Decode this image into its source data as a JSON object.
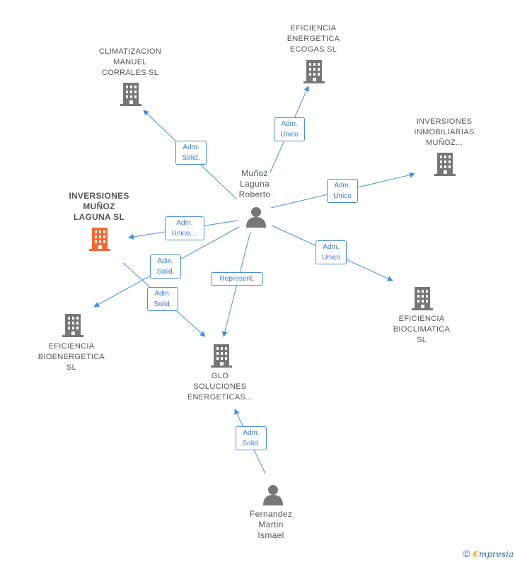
{
  "nodes": {
    "climatizacion": {
      "label": "CLIMATIZACION\nMANUEL\nCORRALES  SL"
    },
    "ecogas": {
      "label": "EFICIENCIA\nENERGETICA\nECOGAS  SL"
    },
    "inv_inmobiliarias": {
      "label": "INVERSIONES\nINMOBILIARIAS\nMUÑOZ..."
    },
    "inv_munoz": {
      "label": "INVERSIONES\nMUÑOZ\nLAGUNA  SL"
    },
    "munoz_person": {
      "label": "Muñoz\nLaguna\nRoberto"
    },
    "bioenergetica": {
      "label": "EFICIENCIA\nBIOENERGETICA\nSL"
    },
    "bioclimatica": {
      "label": "EFICIENCIA\nBIOCLIMATICA\nSL"
    },
    "glo": {
      "label": "GLO\nSOLUCIONES\nENERGETICAS..."
    },
    "fernandez": {
      "label": "Fernandez\nMartin\nIsmael"
    }
  },
  "edges": {
    "to_climatizacion": "Adm.\nSolid.",
    "to_ecogas": "Adm.\nUnico",
    "to_inv_inmob": "Adm.\nUnico",
    "to_inv_munoz": "Adm.\nUnico,...",
    "to_bioenergetica": "Adm.\nSolid.",
    "munoz_to_glo": "Represent.",
    "invmunoz_to_glo": "Adm.\nSolid.",
    "to_bioclimatica": "Adm.\nUnico",
    "fernandez_to_glo": "Adm.\nSolid."
  },
  "footer": {
    "copyright": "©",
    "brand_first": "€",
    "brand_rest": "mpresia"
  },
  "colors": {
    "edge": "#4a8fd8",
    "building": "#777777",
    "highlight": "#f06a35",
    "person": "#777777"
  }
}
